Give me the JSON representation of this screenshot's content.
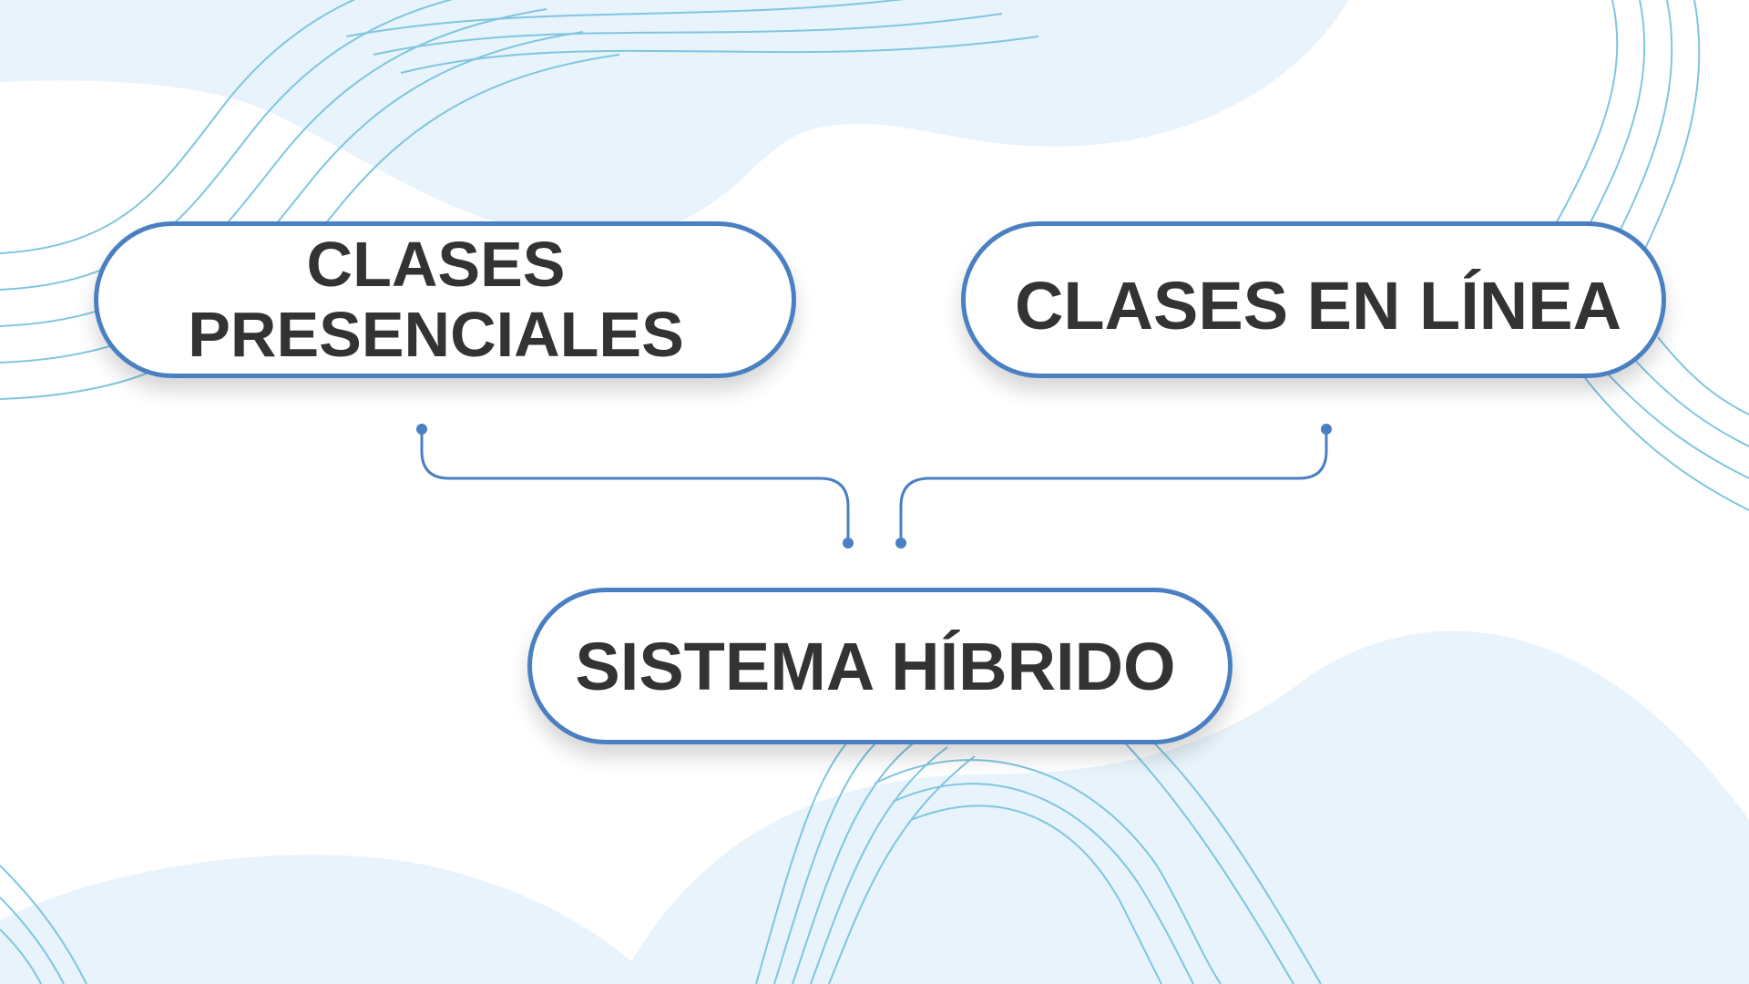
{
  "diagram": {
    "nodes": {
      "left": {
        "label": "CLASES PRESENCIALES"
      },
      "right": {
        "label": "CLASES EN LÍNEA"
      },
      "bottom": {
        "label": "SISTEMA HÍBRIDO"
      }
    },
    "edges": [
      {
        "from": "left",
        "to": "bottom"
      },
      {
        "from": "right",
        "to": "bottom"
      }
    ]
  },
  "colors": {
    "accent": "#4a7fc1",
    "text": "#333333",
    "blob": "#e8f3fb",
    "wave_line": "#7fc6e0"
  }
}
